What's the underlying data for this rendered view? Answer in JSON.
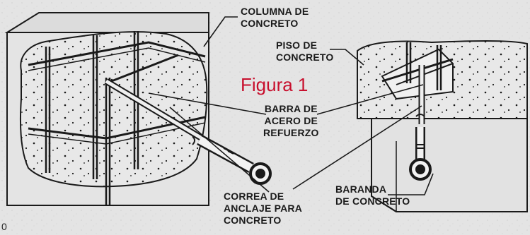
{
  "figure": {
    "title": "Figura 1",
    "title_color": "#c8102e",
    "line_color": "#1a1a1a",
    "speckle_color": "#cfcfcf"
  },
  "labels": {
    "columna": [
      "COLUMNA DE",
      "CONCRETO"
    ],
    "piso": [
      "PISO DE",
      "CONCRETO"
    ],
    "barra": [
      "BARRA DE",
      "ACERO DE",
      "REFUERZO"
    ],
    "correa": [
      "CORREA DE",
      "ANCLAJE PARA",
      "CONCRETO"
    ],
    "baranda": [
      "BARANDA",
      "DE CONCRETO"
    ]
  },
  "page_number": "0",
  "icons": [
    "concrete-column-illustration",
    "concrete-floor-illustration",
    "anchor-strap-illustration"
  ]
}
